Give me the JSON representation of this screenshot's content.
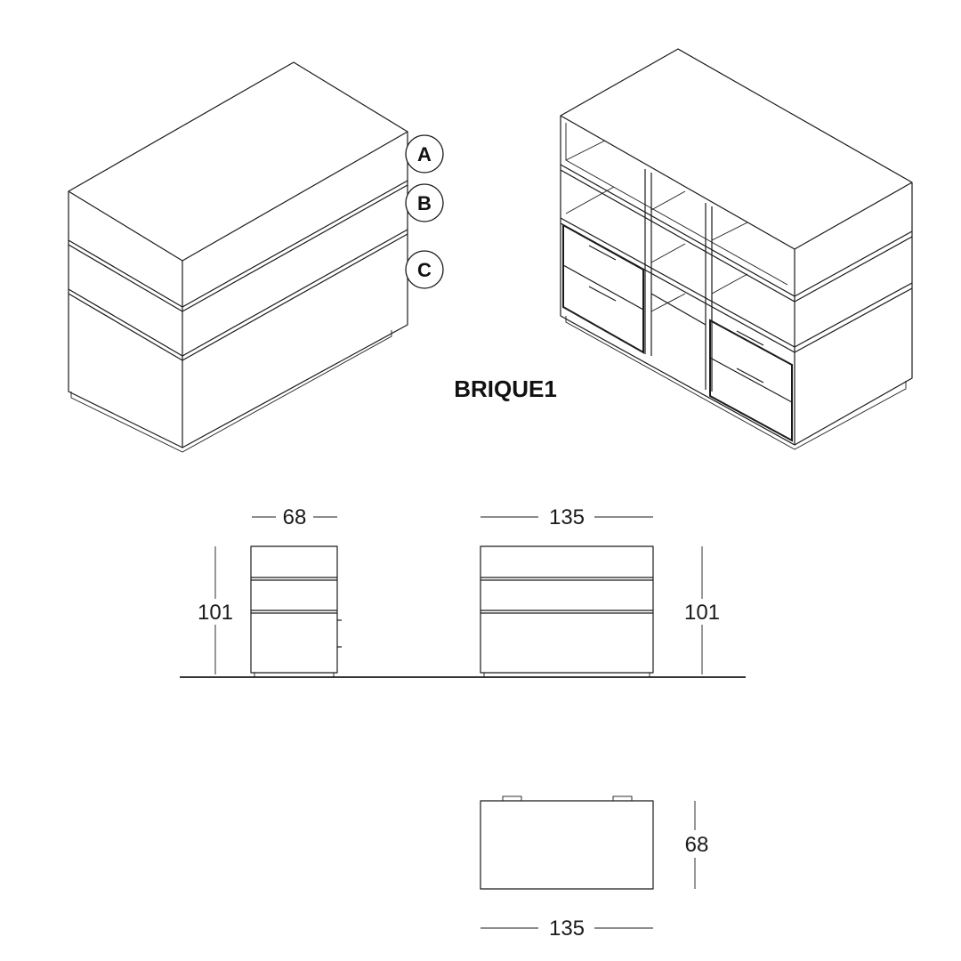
{
  "title": "BRIQUE1",
  "module_labels": [
    "A",
    "B",
    "C"
  ],
  "dimensions": {
    "side_width": "68",
    "front_width": "135",
    "height_left": "101",
    "height_right": "101",
    "plan_depth": "68",
    "plan_width": "135"
  }
}
